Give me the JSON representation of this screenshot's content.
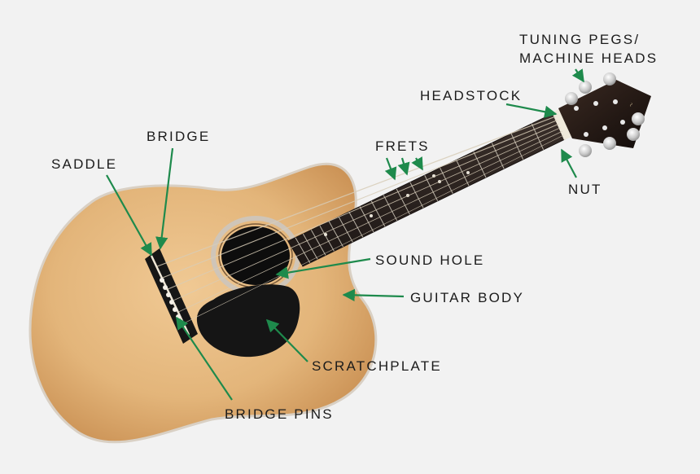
{
  "labels": {
    "tuning_pegs_line1": "TUNING PEGS/",
    "tuning_pegs_line2": "MACHINE HEADS",
    "headstock": "HEADSTOCK",
    "bridge": "BRIDGE",
    "saddle": "SADDLE",
    "frets": "FRETS",
    "nut": "NUT",
    "sound_hole": "SOUND HOLE",
    "guitar_body": "GUITAR BODY",
    "scratchplate": "SCRATCHPLATE",
    "bridge_pins": "BRIDGE PINS"
  },
  "colors": {
    "background": "#f2f2f2",
    "arrow": "#1e8a4c",
    "body_wood": "#e3b57a",
    "neck": "#2a2220",
    "pickguard": "#151515",
    "text": "#1b1b1b"
  }
}
